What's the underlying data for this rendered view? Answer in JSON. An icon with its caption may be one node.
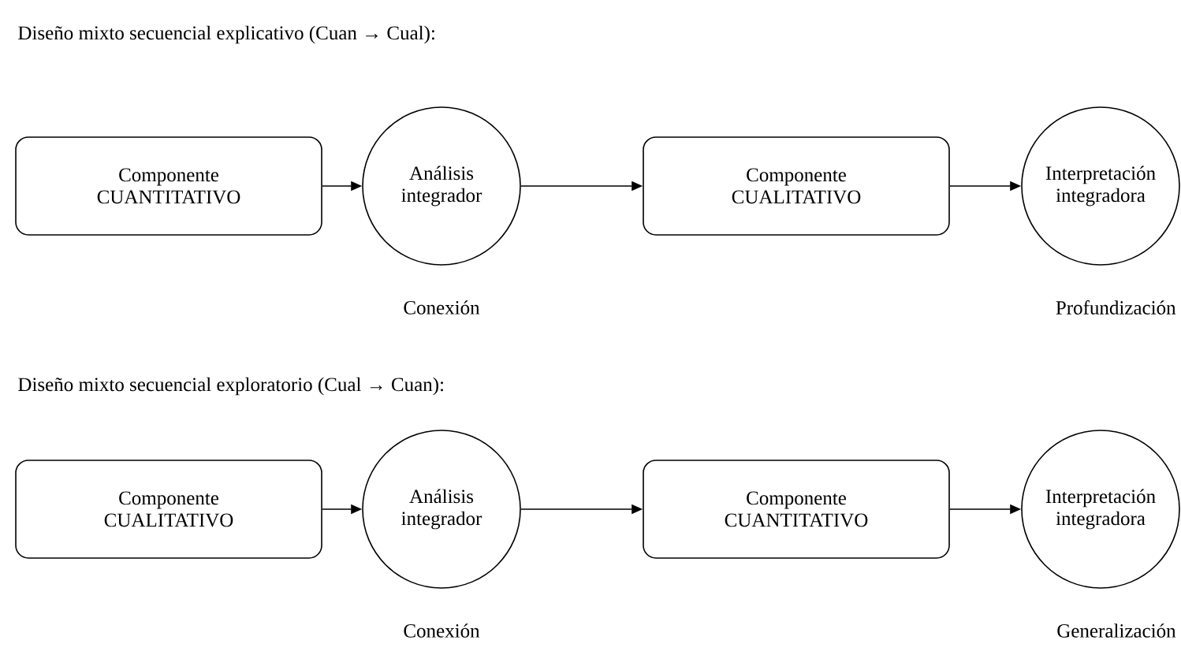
{
  "diagram": {
    "nodes": [
      {
        "text": [
          "Componente CUANTITATIVO"
        ]
      },
      {
        "text": [
          "Análisis integrador"
        ],
        "beside": [
          "Conexión"
        ]
      },
      {
        "text": [
          "Componente CUALITATIVO"
        ]
      },
      {
        "text": [
          "Interpretación integradora"
        ],
        "beside": [
          "Profundización"
        ]
      },
      {
        "text": [
          "Componente CUALITATIVO"
        ]
      },
      {
        "text": [
          "Análisis integrador"
        ],
        "beside": [
          "Conexión"
        ]
      },
      {
        "text": [
          "Componente CUANTITATIVO"
        ]
      },
      {
        "text": [
          "Interpretación integradora"
        ],
        "beside": [
          "Generalización"
        ]
      }
    ],
    "edges": [
      {
        "from": 0,
        "to": 1,
        "arrow": "to"
      },
      {
        "from": 1,
        "to": 2,
        "arrow": "to"
      },
      {
        "from": 2,
        "to": 3,
        "arrow": "to"
      },
      {
        "from": 4,
        "to": 5,
        "arrow": "to"
      },
      {
        "from": 5,
        "to": 6,
        "arrow": "to"
      },
      {
        "from": 6,
        "to": 7,
        "arrow": "to"
      }
    ],
    "labels": [
      "Diseño mixto secuencial explicativo (Cuan → Cual):",
      "Diseño mixto secuencial exploratorio (Cual → Cuan):"
    ]
  }
}
